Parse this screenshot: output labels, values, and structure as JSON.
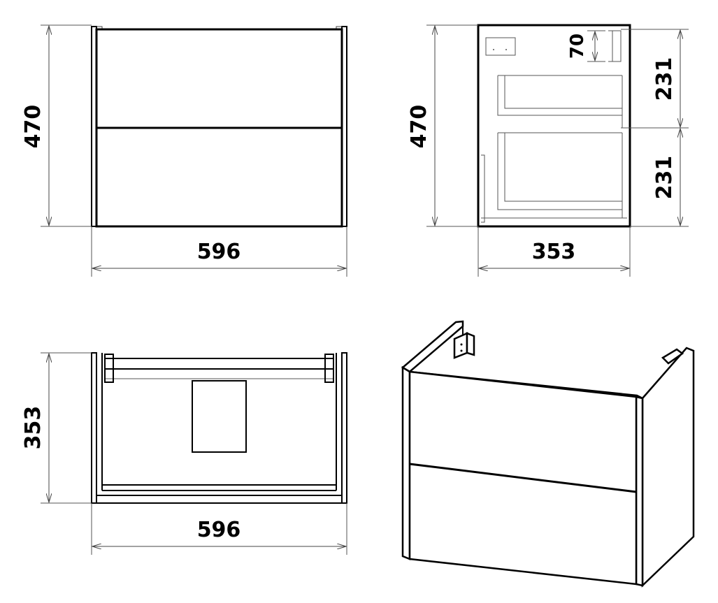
{
  "views": {
    "front": {
      "width_mm": "596",
      "height_mm": "470"
    },
    "side": {
      "depth_mm": "353",
      "height_mm": "470",
      "drawer_upper_mm": "231",
      "drawer_lower_mm": "231",
      "top_gap_mm": "70"
    },
    "top": {
      "width_mm": "596",
      "depth_mm": "353"
    }
  },
  "colors": {
    "line": "#000000",
    "dim_line": "#444444",
    "background": "#ffffff"
  }
}
